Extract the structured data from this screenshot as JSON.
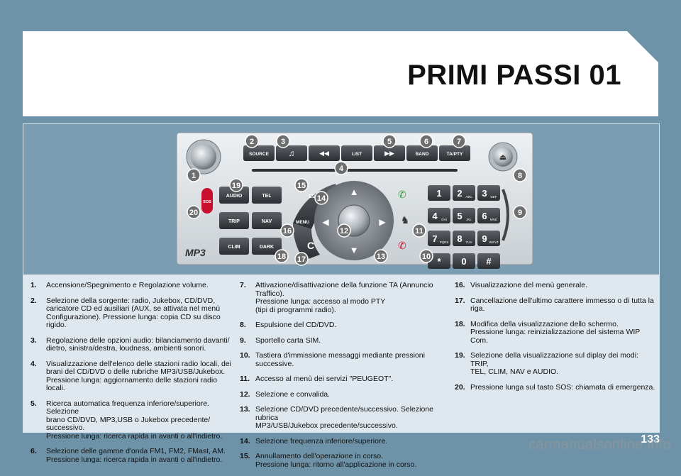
{
  "page": {
    "title": "PRIMI PASSI 01",
    "page_number": "133",
    "watermark": "carmanualsonline.info"
  },
  "device": {
    "buttons": {
      "source": "SOURCE",
      "list": "LIST",
      "band": "BAND",
      "ta_pty": "TA/PTY",
      "audio": "AUDIO",
      "tel": "TEL",
      "trip": "TRIP",
      "nav": "NAV",
      "clim": "CLIM",
      "dark": "DARK",
      "esc": "ESC",
      "menu": "MENU",
      "clear": "C",
      "sos": "SOS"
    },
    "keypad": [
      {
        "digit": "1",
        "letters": ""
      },
      {
        "digit": "2",
        "letters": "ABC"
      },
      {
        "digit": "3",
        "letters": "DEF"
      },
      {
        "digit": "4",
        "letters": "GHI"
      },
      {
        "digit": "5",
        "letters": "JKL"
      },
      {
        "digit": "6",
        "letters": "MNO"
      },
      {
        "digit": "7",
        "letters": "PQRS"
      },
      {
        "digit": "8",
        "letters": "TUV"
      },
      {
        "digit": "9",
        "letters": "WXYZ"
      },
      {
        "digit": "*",
        "letters": ""
      },
      {
        "digit": "0",
        "letters": ""
      },
      {
        "digit": "#",
        "letters": ""
      }
    ],
    "logo": "MP3",
    "callouts": [
      "1",
      "2",
      "3",
      "4",
      "5",
      "6",
      "7",
      "8",
      "9",
      "10",
      "11",
      "12",
      "13",
      "14",
      "15",
      "16",
      "17",
      "18",
      "19",
      "20"
    ],
    "callout_color": "#6e6e6e"
  },
  "legend": {
    "col1": [
      {
        "num": "1.",
        "text": "Accensione/Spegnimento e Regolazione volume."
      },
      {
        "num": "2.",
        "text": "Selezione della sorgente: radio, Jukebox, CD/DVD,\ncaricatore CD ed ausiliari (AUX, se attivata nel menù\nConfigurazione). Pressione lunga: copia CD su disco rigido."
      },
      {
        "num": "3.",
        "text": "Regolazione delle opzioni audio: bilanciamento davanti/\ndietro, sinistra/destra, loudness, ambienti sonori."
      },
      {
        "num": "4.",
        "text": "Visualizzazione dell'elenco delle stazioni radio locali, dei\nbrani del CD/DVD o delle rubriche MP3/USB/Jukebox.\nPressione lunga: aggiornamento delle stazioni radio locali."
      },
      {
        "num": "5.",
        "text": "Ricerca automatica frequenza inferiore/superiore. Selezione\nbrano CD/DVD, MP3,USB o Jukebox precedente/\nsuccessivo.\nPressione lunga: ricerca rapida in avanti o all'indietro."
      },
      {
        "num": "6.",
        "text": "Selezione delle gamme d'onda FM1, FM2, FMast, AM.\nPressione lunga: ricerca rapida in avanti o all'indietro."
      }
    ],
    "col2": [
      {
        "num": "7.",
        "text": "Attivazione/disattivazione della funzione TA (Annuncio Traffico).\nPressione lunga: accesso al modo PTY\n(tipi di programmi radio)."
      },
      {
        "num": "8.",
        "text": "Espulsione del CD/DVD."
      },
      {
        "num": "9.",
        "text": "Sportello carta SIM."
      },
      {
        "num": "10.",
        "text": "Tastiera d'immissione messaggi mediante pressioni successive."
      },
      {
        "num": "11.",
        "text": "Accesso al menù dei servizi \"PEUGEOT\"."
      },
      {
        "num": "12.",
        "text": "Selezione e convalida."
      },
      {
        "num": "13.",
        "text": "Selezione CD/DVD precedente/successivo. Selezione rubrica\nMP3/USB/Jukebox precedente/successivo."
      },
      {
        "num": "14.",
        "text": "Selezione frequenza inferiore/superiore."
      },
      {
        "num": "15.",
        "text": "Annullamento dell'operazione in corso.\nPressione lunga: ritorno all'applicazione in corso."
      }
    ],
    "col3": [
      {
        "num": "16.",
        "text": "Visualizzazione del menù generale."
      },
      {
        "num": "17.",
        "text": "Cancellazione dell'ultimo carattere immesso o di tutta la riga."
      },
      {
        "num": "18.",
        "text": "Modifica della visualizzazione dello schermo.\nPressione lunga: reinizializzazione del sistema WIP Com."
      },
      {
        "num": "19.",
        "text": "Selezione della visualizzazione sul diplay dei modi: TRIP,\nTEL, CLIM, NAV e AUDIO."
      },
      {
        "num": "20.",
        "text": "Pressione lunga sul tasto SOS: chiamata di emergenza."
      }
    ]
  }
}
